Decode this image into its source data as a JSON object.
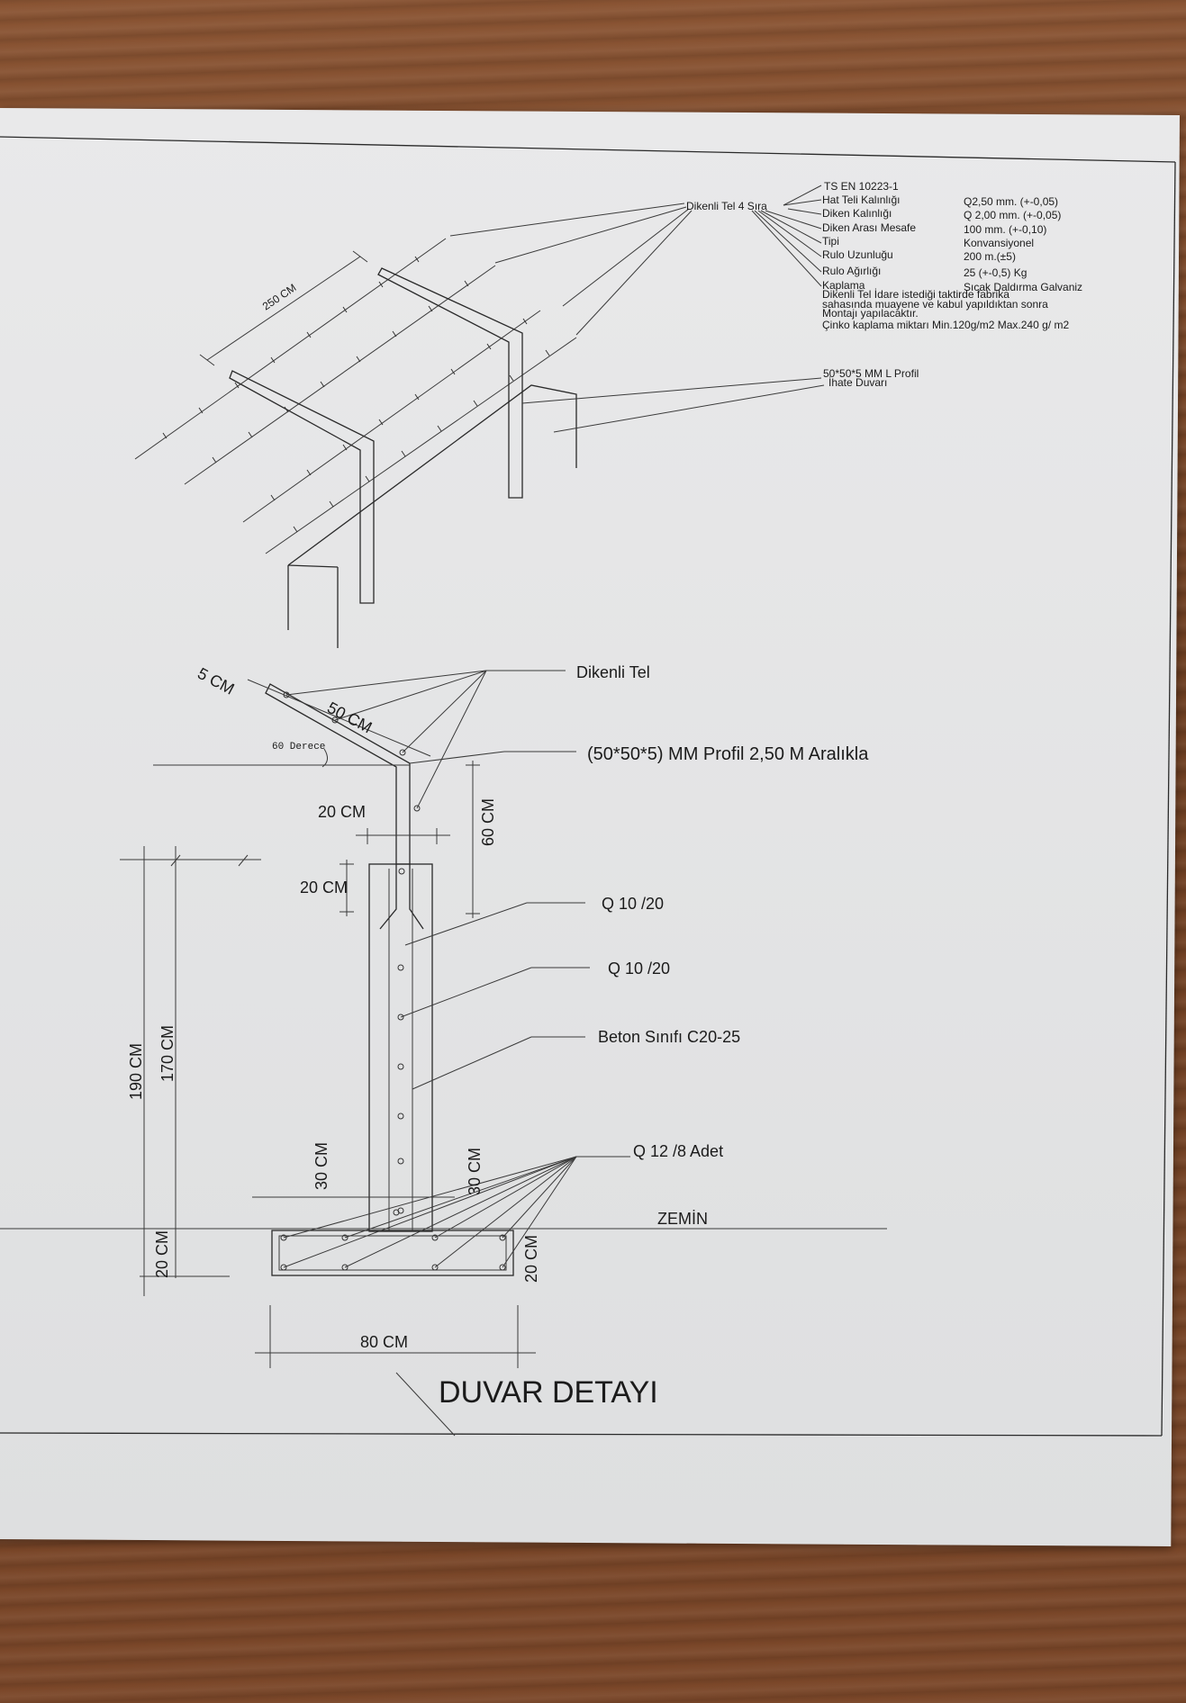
{
  "title": "DUVAR DETAYI",
  "perspective": {
    "dim_250": "250 CM",
    "barbed_wire_label": "Dikenli Tel 4 Sıra",
    "spec_items": [
      {
        "label": "TS EN 10223-1",
        "value": ""
      },
      {
        "label": "Hat Teli Kalınlığı",
        "value": "Q2,50 mm. (+-0,05)"
      },
      {
        "label": "Diken Kalınlığı",
        "value": "Q 2,00 mm. (+-0,05)"
      },
      {
        "label": "Diken Arası Mesafe",
        "value": "100 mm. (+-0,10)"
      },
      {
        "label": "Tipi",
        "value": "Konvansiyonel"
      },
      {
        "label": "Rulo Uzunluğu",
        "value": "200 m.(±5)"
      },
      {
        "label": "Rulo Ağırlığı",
        "value": "25 (+-0,5) Kg"
      },
      {
        "label": "Kaplama",
        "value": "Sıcak Daldırma Galvaniz"
      }
    ],
    "spec_notes": [
      "Dikenli Tel İdare istediği taktirde fabrika",
      "sahasında muayene ve kabul yapıldıktan sonra",
      "Montajı yapılacaktır.",
      "Çinko kaplama miktarı Min.120g/m2 Max.240 g/ m2"
    ],
    "profile_label_1": "50*50*5 MM L Profil",
    "profile_label_2": "İhate Duvarı"
  },
  "section": {
    "dikenli_tel": "Dikenli Tel",
    "profile_note": "(50*50*5) MM Profil 2,50 M Aralıkla",
    "q10_a": "Q 10 /20",
    "q10_b": "Q 10 /20",
    "beton": "Beton Sınıfı C20-25",
    "q12": "Q 12 /8 Adet",
    "zemin": "ZEMİN",
    "dim_5cm": "5 CM",
    "dim_50cm": "50 CM",
    "angle": "60 Derece",
    "dim_20cm_a": "20 CM",
    "dim_60cm": "60 CM",
    "dim_20cm_b": "20 CM",
    "dim_190": "190 CM",
    "dim_170": "170 CM",
    "dim_30_left": "30 CM",
    "dim_30_right": "30 CM",
    "dim_20_left": "20 CM",
    "dim_20_right": "20 CM",
    "dim_80": "80 CM"
  }
}
